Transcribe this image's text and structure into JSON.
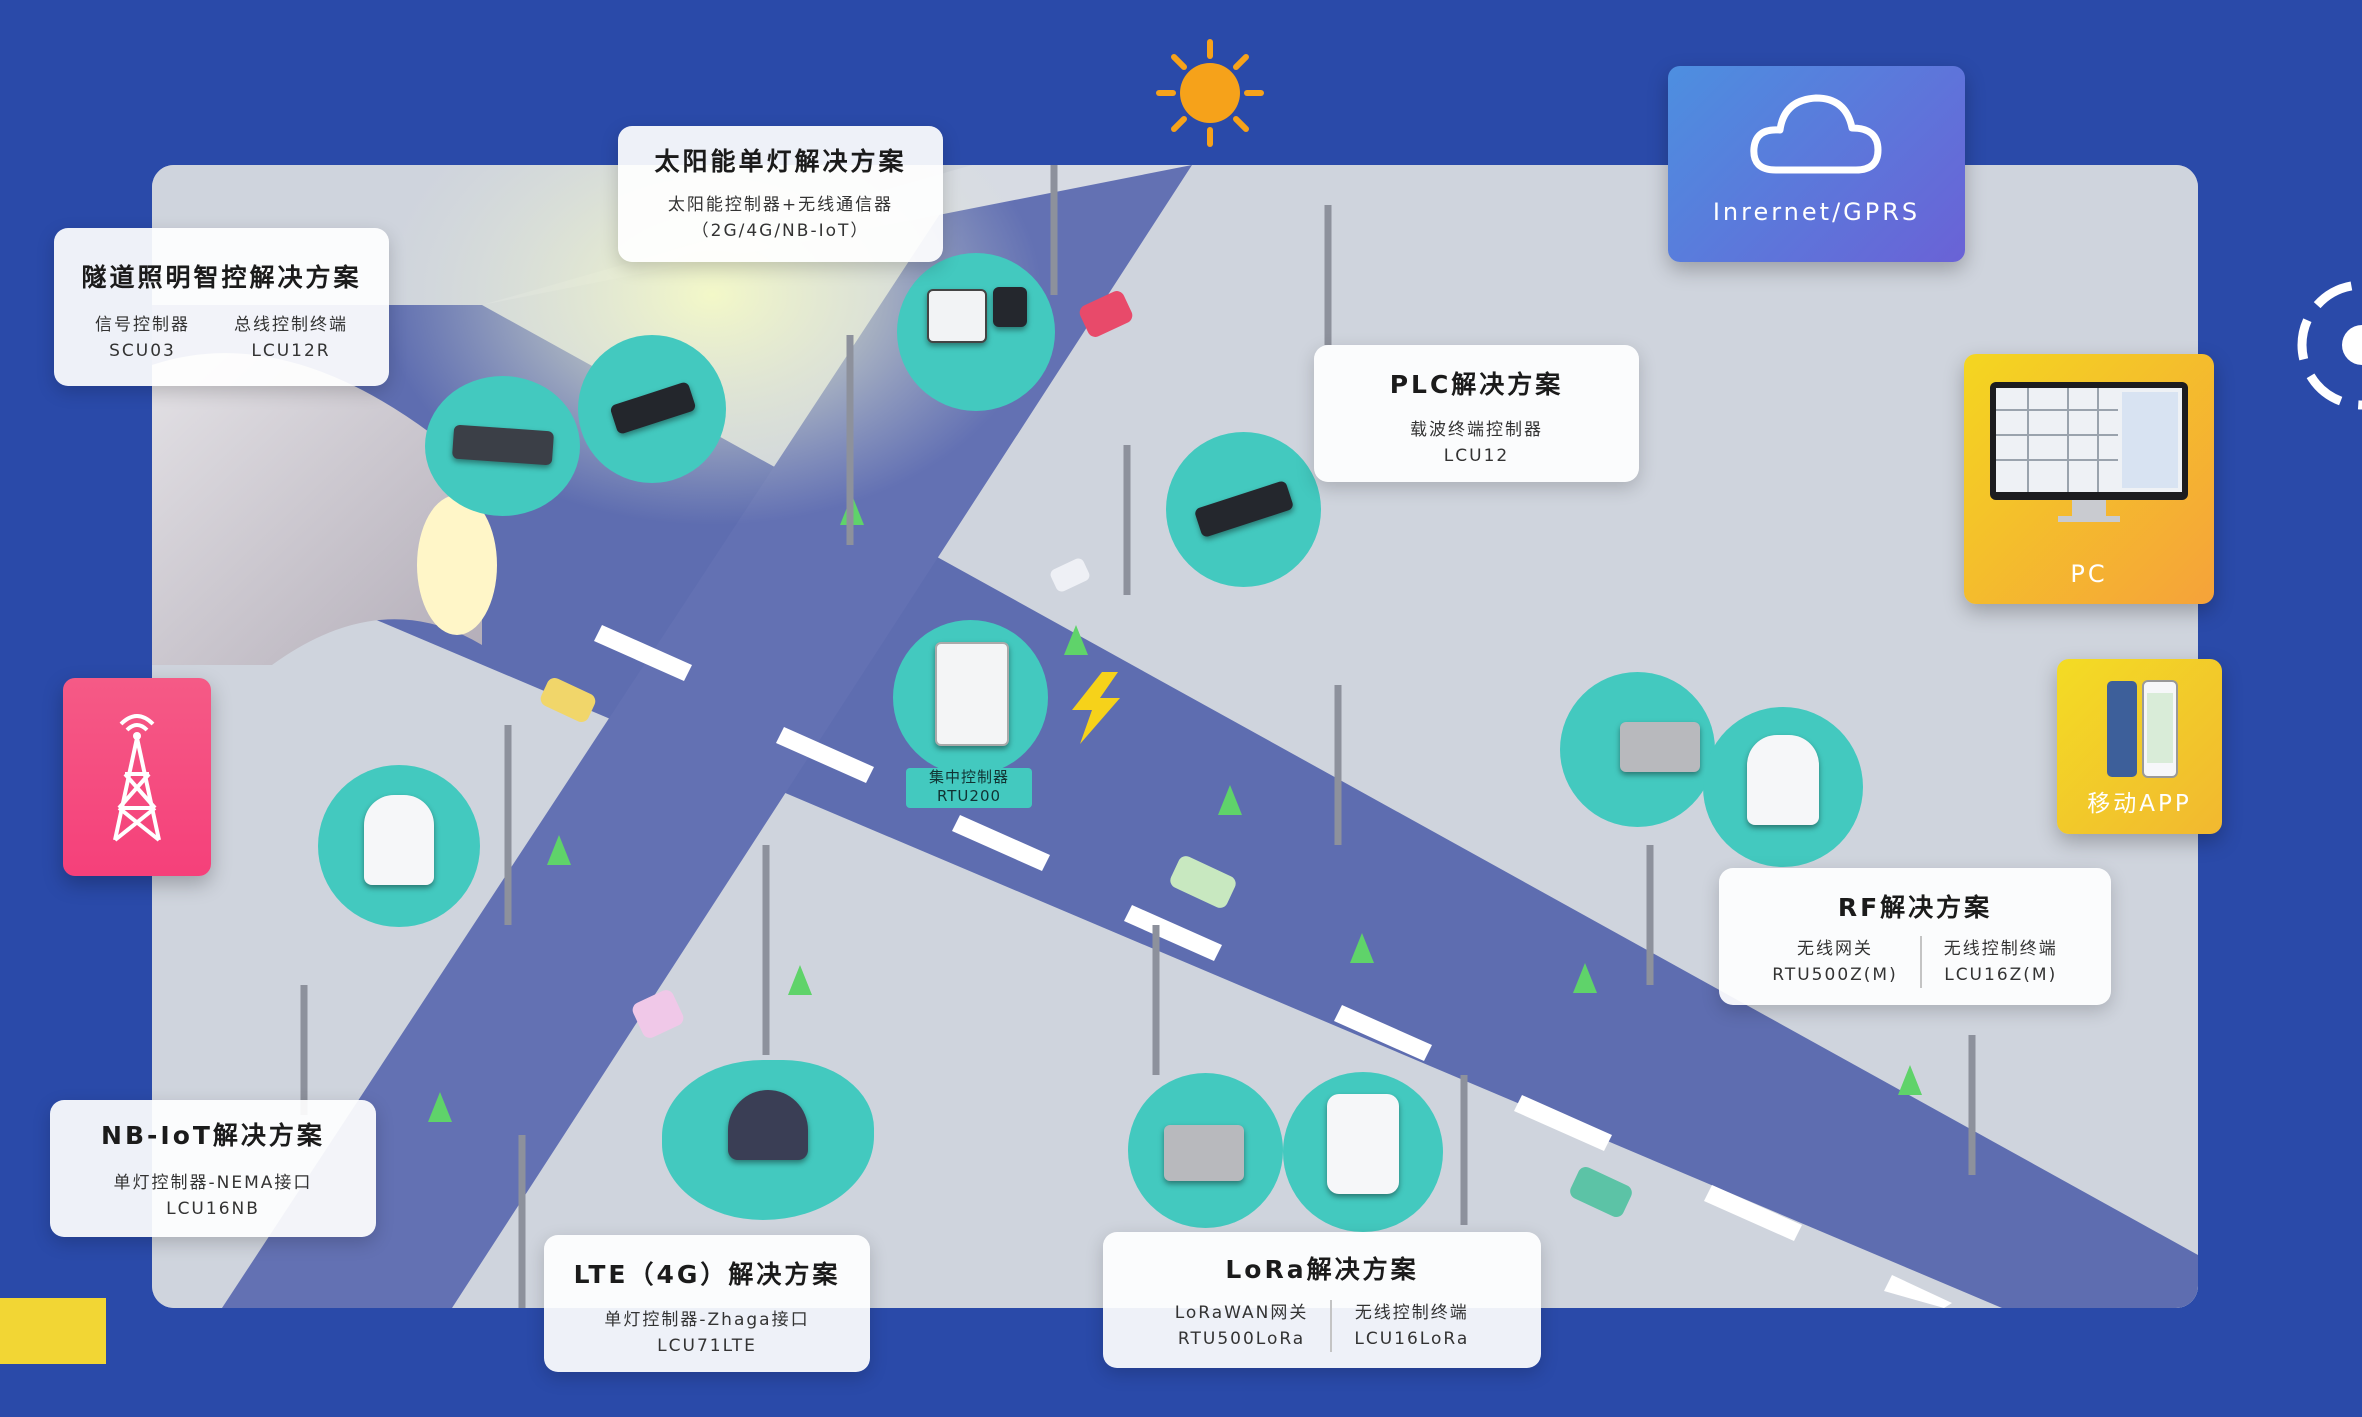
{
  "cards": {
    "tunnel": {
      "title": "隧道照明智控解决方案",
      "left_name": "信号控制器",
      "left_model": "SCU03",
      "right_name": "总线控制终端",
      "right_model": "LCU12R"
    },
    "solar": {
      "title": "太阳能单灯解决方案",
      "line1": "太阳能控制器+无线通信器",
      "line2": "（2G/4G/NB-IoT）"
    },
    "plc": {
      "title": "PLC解决方案",
      "name": "载波终端控制器",
      "model": "LCU12"
    },
    "rf": {
      "title": "RF解决方案",
      "left_name": "无线网关",
      "left_model": "RTU500Z(M)",
      "right_name": "无线控制终端",
      "right_model": "LCU16Z(M)"
    },
    "nbiot": {
      "title": "NB-IoT解决方案",
      "name": "单灯控制器-NEMA接口",
      "model": "LCU16NB"
    },
    "lte": {
      "title": "LTE（4G）解决方案",
      "name": "单灯控制器-Zhaga接口",
      "model": "LCU71LTE"
    },
    "lora": {
      "title": "LoRa解决方案",
      "left_name": "LoRaWAN网关",
      "left_model": "RTU500LoRa",
      "right_name": "无线控制终端",
      "right_model": "LCU16LoRa"
    }
  },
  "rtu": {
    "name": "集中控制器",
    "model": "RTU200"
  },
  "tiles": {
    "cloud": {
      "label": "Inrernet/GPRS",
      "icon": "cloud-icon"
    },
    "pc": {
      "label": "PC",
      "icon": "monitor-icon"
    },
    "app": {
      "label": "移动APP",
      "icon": "phone-icon"
    },
    "tower": {
      "icon": "signal-tower-icon"
    }
  },
  "colors": {
    "background": "#2a4aa9",
    "teal": "#43c9bf",
    "road": "#5e6db0",
    "sun": "#f6a21a"
  }
}
